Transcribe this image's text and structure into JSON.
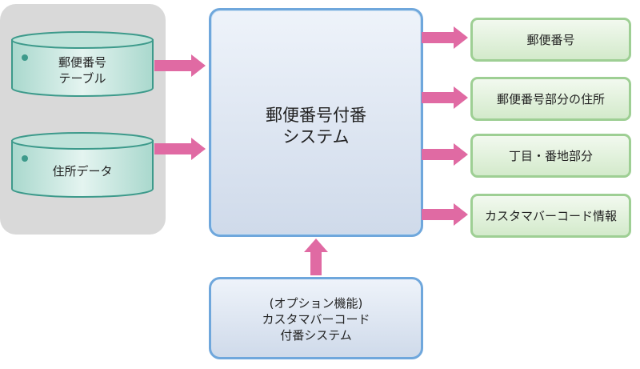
{
  "inputs": {
    "postal_table": [
      "郵便番号",
      "テーブル"
    ],
    "address_data": "住所データ"
  },
  "main": {
    "title": [
      "郵便番号付番",
      "システム"
    ]
  },
  "option": {
    "lines": [
      "(オプション機能)",
      "カスタマバーコード",
      "付番システム"
    ]
  },
  "outputs": [
    "郵便番号",
    "郵便番号部分の住所",
    "丁目・番地部分",
    "カスタマバーコード情報"
  ],
  "colors": {
    "panel": "#d9d9d9",
    "cylinder_fill": "#cbe8e1",
    "main_border": "#6fa7dc",
    "output_border": "#9ecf94",
    "arrow": "#e06aa3"
  }
}
